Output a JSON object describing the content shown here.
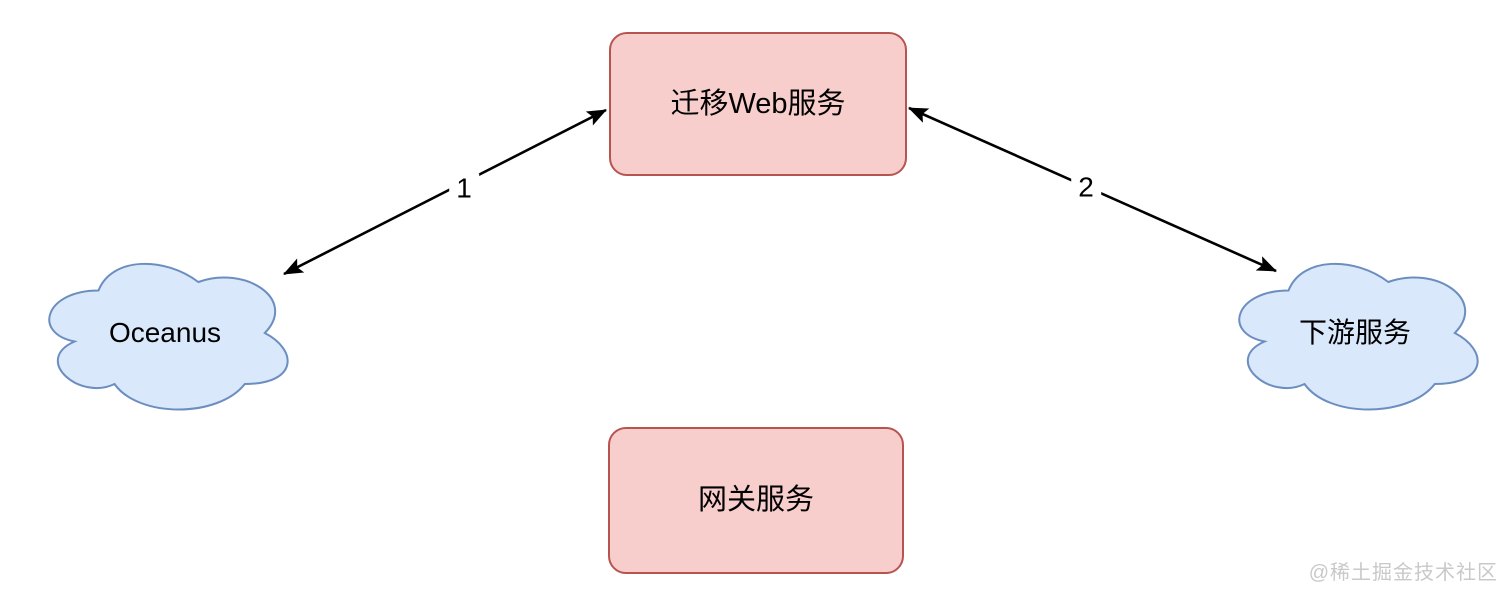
{
  "nodes": {
    "web_service": {
      "label": "迁移Web服务",
      "shape": "rounded-box"
    },
    "gateway": {
      "label": "网关服务",
      "shape": "rounded-box"
    },
    "oceanus": {
      "label": "Oceanus",
      "shape": "cloud"
    },
    "downstream": {
      "label": "下游服务",
      "shape": "cloud"
    }
  },
  "edges": {
    "edge1": {
      "label": "1",
      "from": "Oceanus",
      "to": "迁移Web服务",
      "style": "double-headed-arrow"
    },
    "edge2": {
      "label": "2",
      "from": "迁移Web服务",
      "to": "下游服务",
      "style": "double-headed-arrow"
    }
  },
  "watermark": {
    "text": "@稀土掘金技术社区"
  },
  "colors": {
    "canvas_bg": "#ffffff",
    "box_fill": "#f8cecc",
    "box_border": "#b85450",
    "cloud_fill": "#dae8fc",
    "cloud_border": "#6c8ebf",
    "arrow_color": "#000000",
    "text_color": "#000000",
    "watermark_color": "#c9c9c9"
  }
}
